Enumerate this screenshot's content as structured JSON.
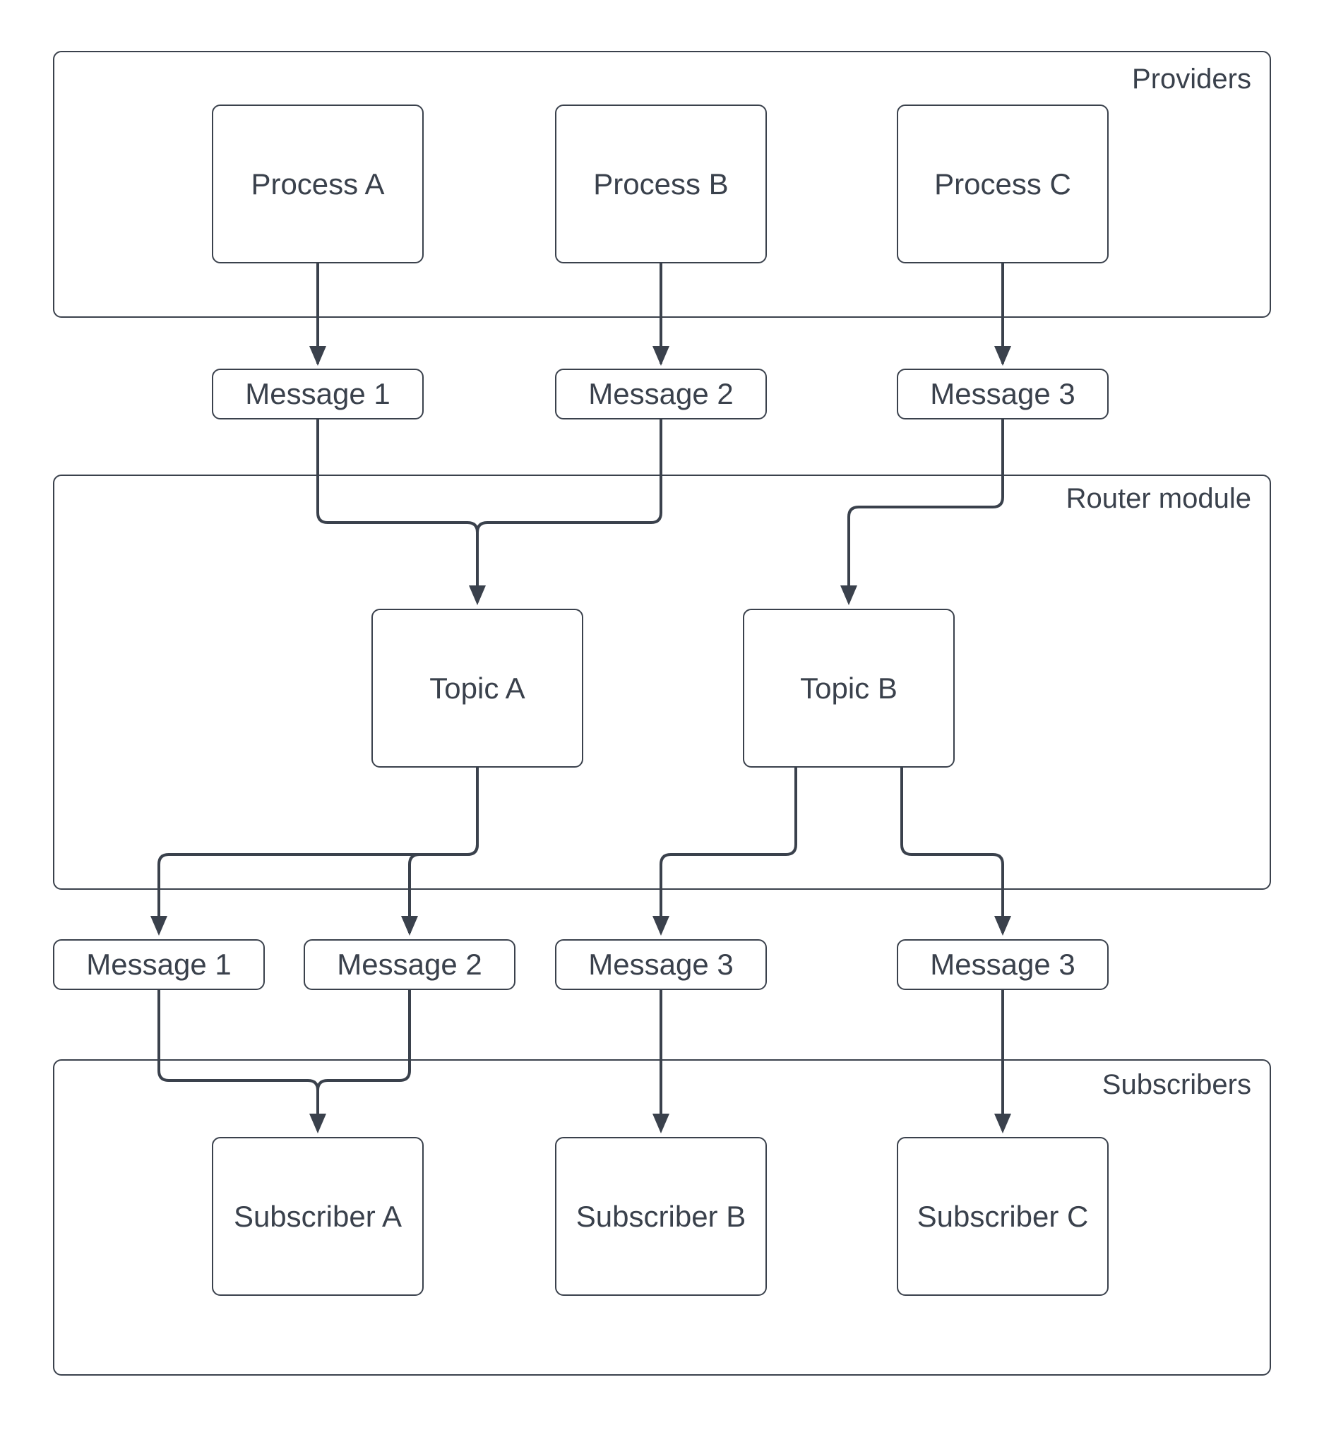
{
  "colors": {
    "stroke": "#3a414c",
    "text": "#3a414c",
    "background": "#ffffff"
  },
  "providers": {
    "label": "Providers",
    "nodes": [
      {
        "id": "process-a",
        "label": "Process A"
      },
      {
        "id": "process-b",
        "label": "Process B"
      },
      {
        "id": "process-c",
        "label": "Process C"
      }
    ]
  },
  "top_messages": [
    {
      "id": "msg-1-top",
      "label": "Message 1"
    },
    {
      "id": "msg-2-top",
      "label": "Message 2"
    },
    {
      "id": "msg-3-top",
      "label": "Message 3"
    }
  ],
  "router": {
    "label": "Router module",
    "nodes": [
      {
        "id": "topic-a",
        "label": "Topic A"
      },
      {
        "id": "topic-b",
        "label": "Topic B"
      }
    ]
  },
  "bottom_messages": [
    {
      "id": "msg-1-bottom",
      "label": "Message 1"
    },
    {
      "id": "msg-2-bottom",
      "label": "Message 2"
    },
    {
      "id": "msg-3-bottom-left",
      "label": "Message 3"
    },
    {
      "id": "msg-3-bottom-right",
      "label": "Message 3"
    }
  ],
  "subscribers": {
    "label": "Subscribers",
    "nodes": [
      {
        "id": "subscriber-a",
        "label": "Subscriber A"
      },
      {
        "id": "subscriber-b",
        "label": "Subscriber B"
      },
      {
        "id": "subscriber-c",
        "label": "Subscriber C"
      }
    ]
  },
  "edges": [
    {
      "from": "process-a",
      "to": "msg-1-top"
    },
    {
      "from": "process-b",
      "to": "msg-2-top"
    },
    {
      "from": "process-c",
      "to": "msg-3-top"
    },
    {
      "from": "msg-1-top",
      "to": "topic-a"
    },
    {
      "from": "msg-2-top",
      "to": "topic-a"
    },
    {
      "from": "msg-3-top",
      "to": "topic-b"
    },
    {
      "from": "topic-a",
      "to": "msg-1-bottom"
    },
    {
      "from": "topic-a",
      "to": "msg-2-bottom"
    },
    {
      "from": "topic-b",
      "to": "msg-3-bottom-left"
    },
    {
      "from": "topic-b",
      "to": "msg-3-bottom-right"
    },
    {
      "from": "msg-1-bottom",
      "to": "subscriber-a"
    },
    {
      "from": "msg-2-bottom",
      "to": "subscriber-a"
    },
    {
      "from": "msg-3-bottom-left",
      "to": "subscriber-b"
    },
    {
      "from": "msg-3-bottom-right",
      "to": "subscriber-c"
    }
  ]
}
